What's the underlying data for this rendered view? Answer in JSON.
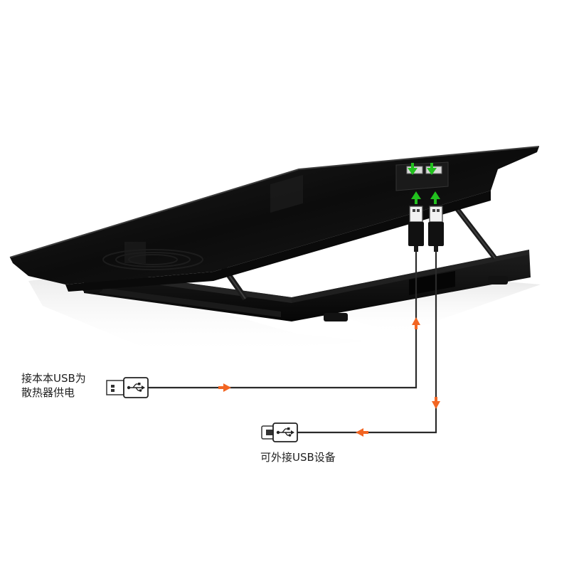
{
  "labels": {
    "laptop_power": {
      "line1": "接本本USB为",
      "line2": "散热器供电"
    },
    "external_usb": "可外接USB设备"
  },
  "colors": {
    "stand_body": "#111111",
    "stand_highlight": "#2a2a2a",
    "cable": "#2a2a2a",
    "flow_arrow": "#f26522",
    "usb_arrow": "#22c11e",
    "background": "#ffffff"
  },
  "icons": {
    "usb_symbol": "usb-trident-icon"
  }
}
